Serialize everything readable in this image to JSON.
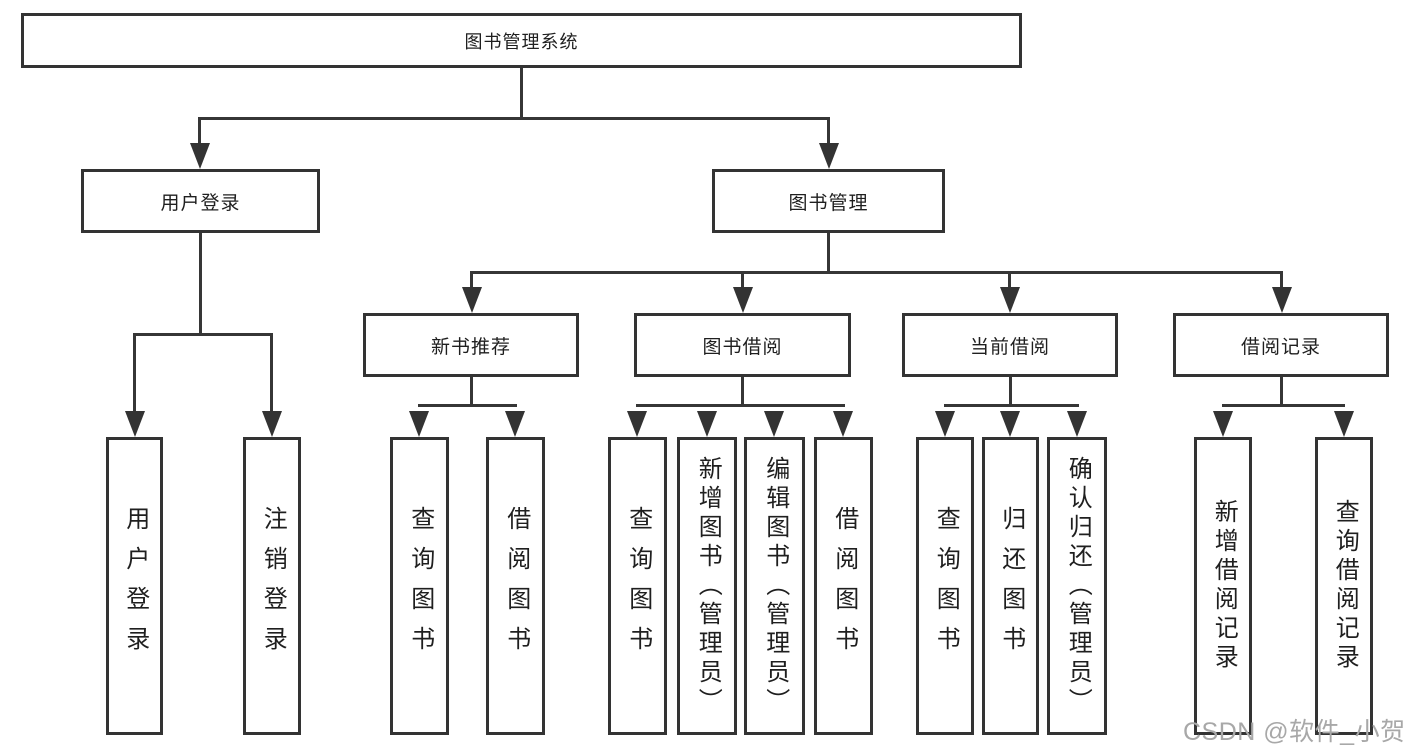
{
  "tree": {
    "label": "图书管理系统",
    "children": [
      {
        "label": "用户登录",
        "children": [
          {
            "label": "用户登录"
          },
          {
            "label": "注销登录"
          }
        ]
      },
      {
        "label": "图书管理",
        "children": [
          {
            "label": "新书推荐",
            "children": [
              {
                "label": "查询图书"
              },
              {
                "label": "借阅图书"
              }
            ]
          },
          {
            "label": "图书借阅",
            "children": [
              {
                "label": "查询图书"
              },
              {
                "label": "新增图书（管理员）"
              },
              {
                "label": "编辑图书（管理员）"
              },
              {
                "label": "借阅图书"
              }
            ]
          },
          {
            "label": "当前借阅",
            "children": [
              {
                "label": "查询图书"
              },
              {
                "label": "归还图书"
              },
              {
                "label": "确认归还（管理员）"
              }
            ]
          },
          {
            "label": "借阅记录",
            "children": [
              {
                "label": "新增借阅记录"
              },
              {
                "label": "查询借阅记录"
              }
            ]
          }
        ]
      }
    ]
  },
  "watermark": {
    "text": "CSDN @软件_小贺同学"
  },
  "colors": {
    "line": "#333333",
    "box_border": "#333333",
    "watermark": "#a8a8a8",
    "background": "#ffffff"
  }
}
